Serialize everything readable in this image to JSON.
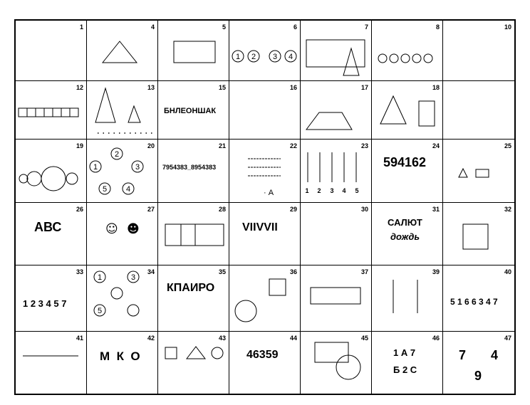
{
  "cells": [
    {
      "n": "1"
    },
    {
      "n": "4"
    },
    {
      "n": "5"
    },
    {
      "n": "6",
      "circles": [
        "1",
        "2",
        "3",
        "4"
      ]
    },
    {
      "n": "7"
    },
    {
      "n": "8"
    },
    {
      "n": "10"
    },
    {
      "n": "12"
    },
    {
      "n": "13"
    },
    {
      "n": "15",
      "text": "БНЛЕОНШАК"
    },
    {
      "n": "16"
    },
    {
      "n": "17"
    },
    {
      "n": "18"
    },
    {
      "n": ""
    },
    {
      "n": "19"
    },
    {
      "n": "20",
      "circles": [
        "2",
        "1",
        "3",
        "5",
        "4"
      ]
    },
    {
      "n": "21",
      "text": "7954383_8954383"
    },
    {
      "n": "22",
      "label": "· А"
    },
    {
      "n": "23",
      "labels": [
        "1",
        "2",
        "3",
        "4",
        "5"
      ]
    },
    {
      "n": "24",
      "text": "594162"
    },
    {
      "n": "25"
    },
    {
      "n": "26",
      "text": "АВС"
    },
    {
      "n": "27",
      "smileys": [
        "☺",
        "☻"
      ]
    },
    {
      "n": "28"
    },
    {
      "n": "29",
      "text": "VIIVVII"
    },
    {
      "n": "30"
    },
    {
      "n": "31",
      "text": "САЛЮТ",
      "text2": "дождь"
    },
    {
      "n": "32"
    },
    {
      "n": "33",
      "text": "1 2 3 4 5 7"
    },
    {
      "n": "34",
      "circles": [
        "1",
        "3",
        "5"
      ]
    },
    {
      "n": "35",
      "text": "КПАИРО"
    },
    {
      "n": "36"
    },
    {
      "n": "37"
    },
    {
      "n": "39"
    },
    {
      "n": "40",
      "text": "5 1 6 6 3 4 7"
    },
    {
      "n": "41"
    },
    {
      "n": "42",
      "text": "М  К  О"
    },
    {
      "n": "43"
    },
    {
      "n": "44",
      "text": "46359"
    },
    {
      "n": "45"
    },
    {
      "n": "46",
      "text": "1 А 7",
      "text2": "Б 2 С"
    },
    {
      "n": "47",
      "digits": [
        "7",
        "4",
        "9"
      ]
    }
  ]
}
